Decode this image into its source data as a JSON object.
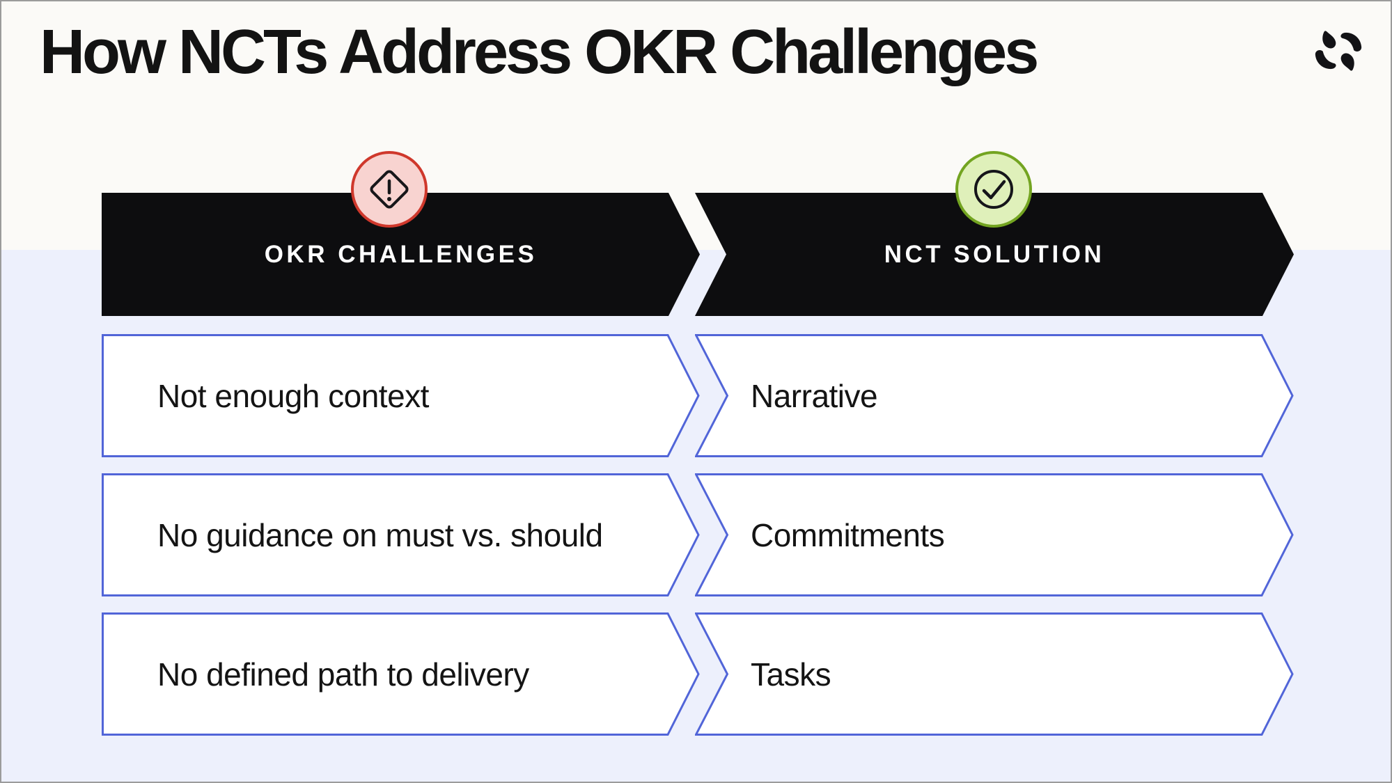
{
  "page": {
    "title": "How NCTs Address OKR Challenges"
  },
  "brand": {
    "logo": "range-swirl-logo",
    "logo_color": "#131316"
  },
  "columns": [
    {
      "id": "okr-challenges",
      "header": "OKR CHALLENGES",
      "icon": "alert-diamond-icon",
      "icon_fill": "#f8d3d0",
      "icon_border": "#cf382c"
    },
    {
      "id": "nct-solution",
      "header": "NCT SOLUTION",
      "icon": "check-circle-icon",
      "icon_fill": "#dff0ba",
      "icon_border": "#73a421"
    }
  ],
  "rows": [
    {
      "challenge": "Not enough context",
      "solution": "Narrative"
    },
    {
      "challenge": "No guidance on must vs. should",
      "solution": "Commitments"
    },
    {
      "challenge": "No defined path to delivery",
      "solution": "Tasks"
    }
  ],
  "colors": {
    "banner_fill": "#0d0d0f",
    "banner_text": "#ffffff",
    "cell_border": "#5165d8",
    "cell_fill": "#ffffff",
    "background_top": "#fbfaf7",
    "background_bottom": "#edf0fc",
    "text": "#141414"
  }
}
